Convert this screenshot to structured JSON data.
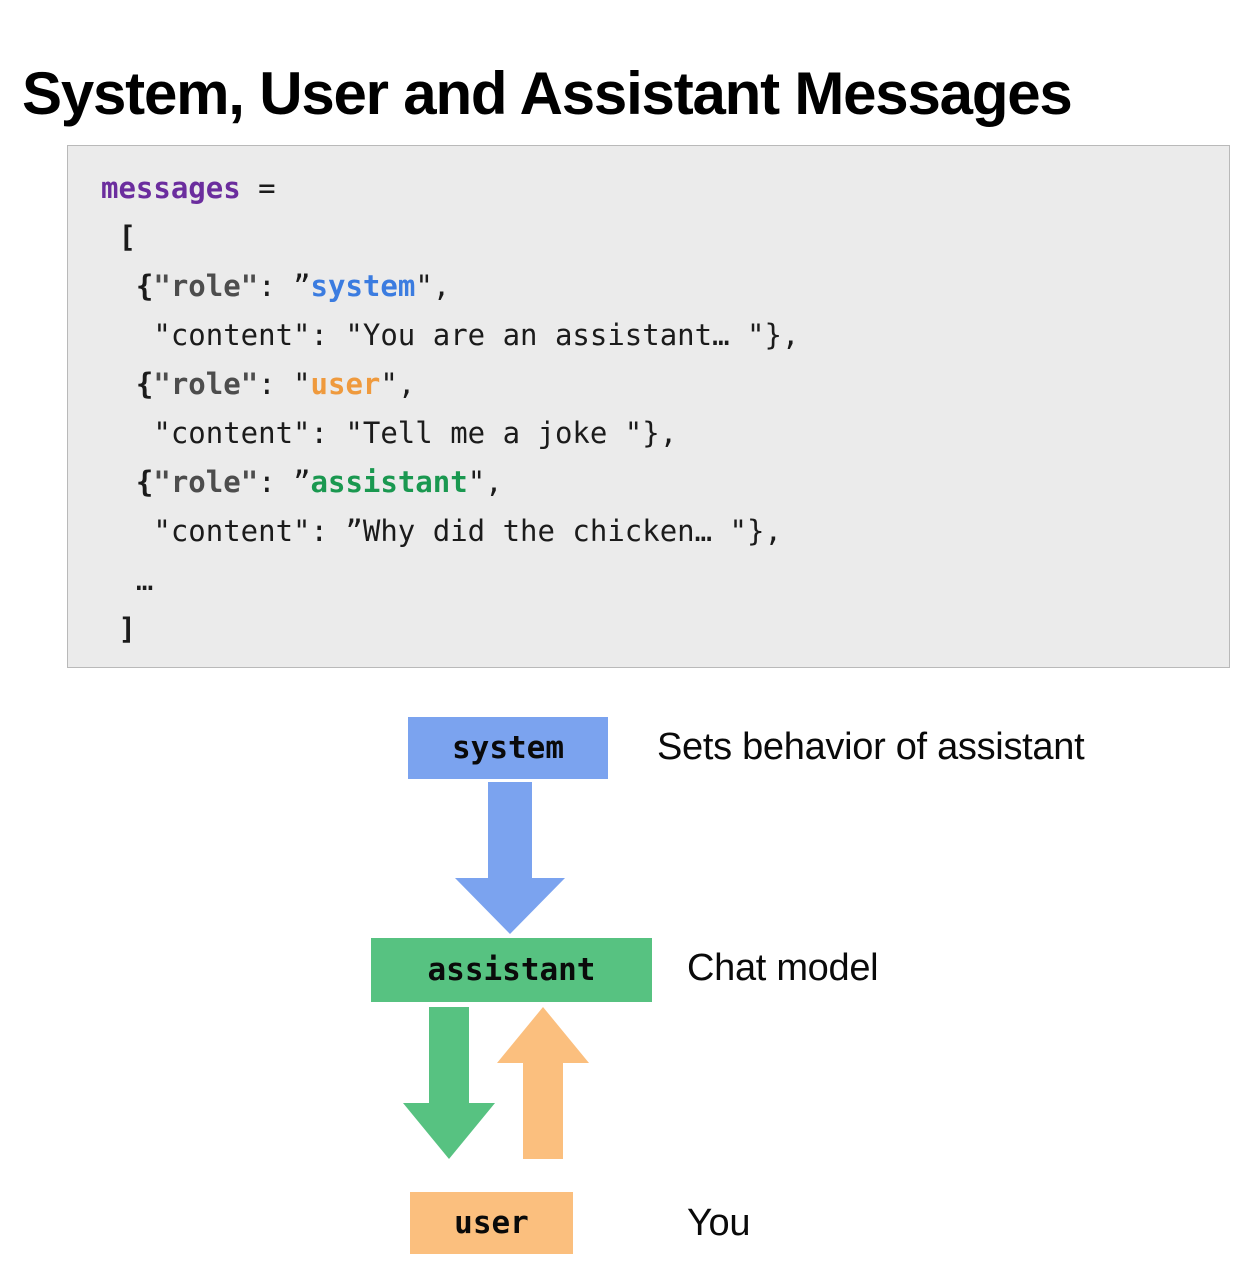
{
  "title": "System, User and Assistant Messages",
  "code": {
    "language": "python",
    "lines": [
      [
        {
          "t": "messages",
          "c": "var"
        },
        {
          "t": " =",
          "c": "plain"
        }
      ],
      [
        {
          "t": " [",
          "c": "punct"
        }
      ],
      [
        {
          "t": "  {",
          "c": "punct"
        },
        {
          "t": "\"role\"",
          "c": "key"
        },
        {
          "t": ": ",
          "c": "plain"
        },
        {
          "t": "”",
          "c": "plain"
        },
        {
          "t": "system",
          "c": "system"
        },
        {
          "t": "\",",
          "c": "plain"
        }
      ],
      [
        {
          "t": "   \"content\": \"You are an assistant… \"},",
          "c": "plain"
        }
      ],
      [
        {
          "t": "  {",
          "c": "punct"
        },
        {
          "t": "\"role\"",
          "c": "key"
        },
        {
          "t": ": ",
          "c": "plain"
        },
        {
          "t": "\"",
          "c": "plain"
        },
        {
          "t": "user",
          "c": "user"
        },
        {
          "t": "\",",
          "c": "plain"
        }
      ],
      [
        {
          "t": "   \"content\": \"Tell me a joke \"},",
          "c": "plain"
        }
      ],
      [
        {
          "t": "  {",
          "c": "punct"
        },
        {
          "t": "\"role\"",
          "c": "key"
        },
        {
          "t": ": ",
          "c": "plain"
        },
        {
          "t": "”",
          "c": "plain"
        },
        {
          "t": "assistant",
          "c": "assistant"
        },
        {
          "t": "\",",
          "c": "plain"
        }
      ],
      [
        {
          "t": "   \"content\": ”Why did the chicken… \"},",
          "c": "plain"
        }
      ],
      [
        {
          "t": "  …",
          "c": "plain"
        }
      ],
      [
        {
          "t": " ]",
          "c": "punct"
        }
      ]
    ]
  },
  "diagram": {
    "nodes": [
      {
        "id": "system",
        "box_label": "system",
        "description": "Sets behavior of assistant",
        "color": "#7ba3ef"
      },
      {
        "id": "assistant",
        "box_label": "assistant",
        "description": "Chat model",
        "color": "#57c281"
      },
      {
        "id": "user",
        "box_label": "user",
        "description": "You",
        "color": "#fbbf7e"
      }
    ],
    "arrows": [
      {
        "id": "system-to-assistant",
        "from": "system",
        "to": "assistant",
        "direction": "down",
        "color": "#7ba3ef"
      },
      {
        "id": "assistant-to-user",
        "from": "assistant",
        "to": "user",
        "direction": "down",
        "color": "#57c281"
      },
      {
        "id": "user-to-assistant",
        "from": "user",
        "to": "assistant",
        "direction": "up",
        "color": "#fbbf7e"
      }
    ]
  },
  "colors": {
    "code_background": "#ebebeb",
    "code_border": "#b9b9b9",
    "system": "#7ba3ef",
    "assistant": "#57c281",
    "user": "#fbbf7e",
    "token_variable": "#6b2d9e",
    "token_key": "#4d4d4d",
    "token_system": "#3b7ce0",
    "token_user": "#ef9a3d",
    "token_assistant": "#1a9850",
    "text": "#000000"
  }
}
